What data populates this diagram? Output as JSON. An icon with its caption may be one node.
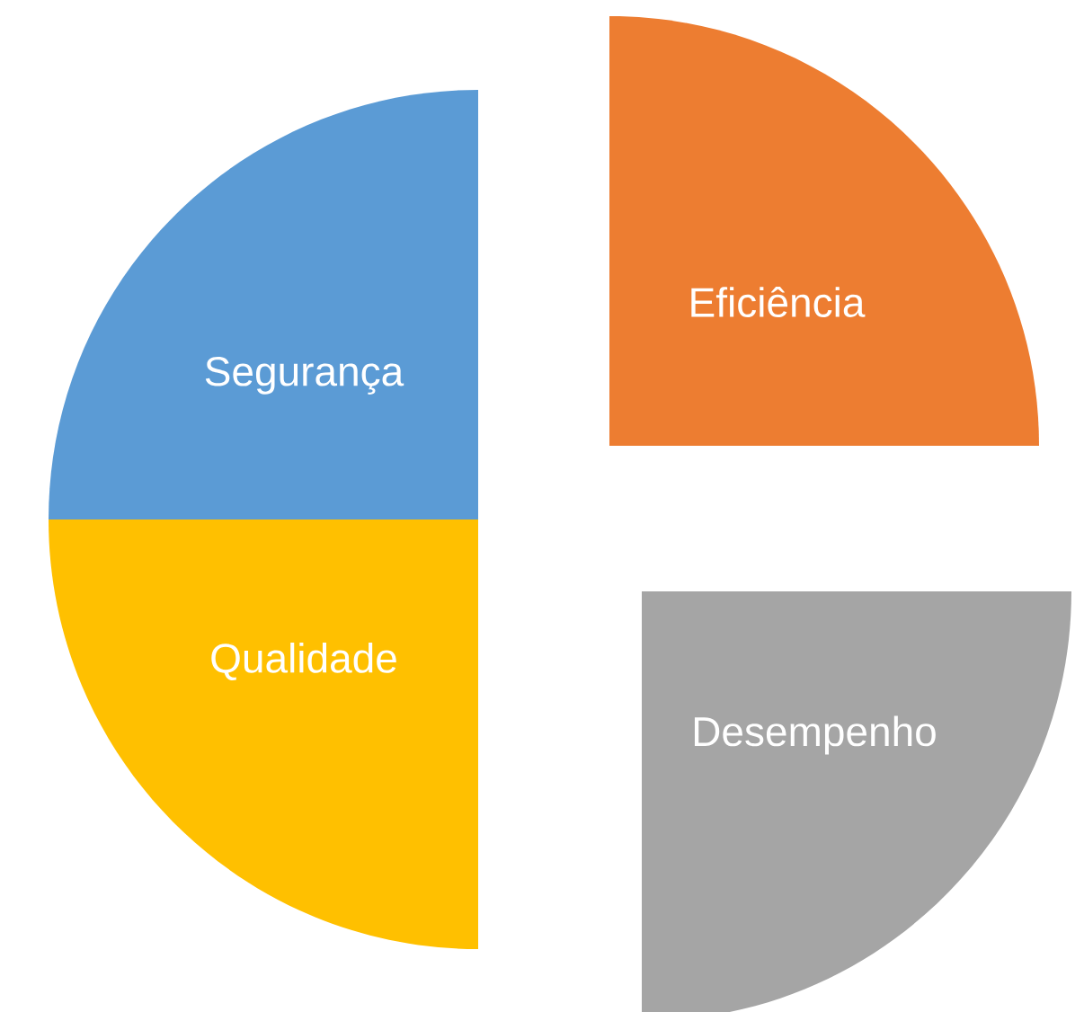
{
  "diagram": {
    "nodes": [
      {
        "text": [
          "Segurança"
        ]
      },
      {
        "text": [
          "Eficiência"
        ]
      },
      {
        "text": [
          "Qualidade"
        ]
      },
      {
        "text": [
          "Desempenho"
        ]
      }
    ]
  }
}
